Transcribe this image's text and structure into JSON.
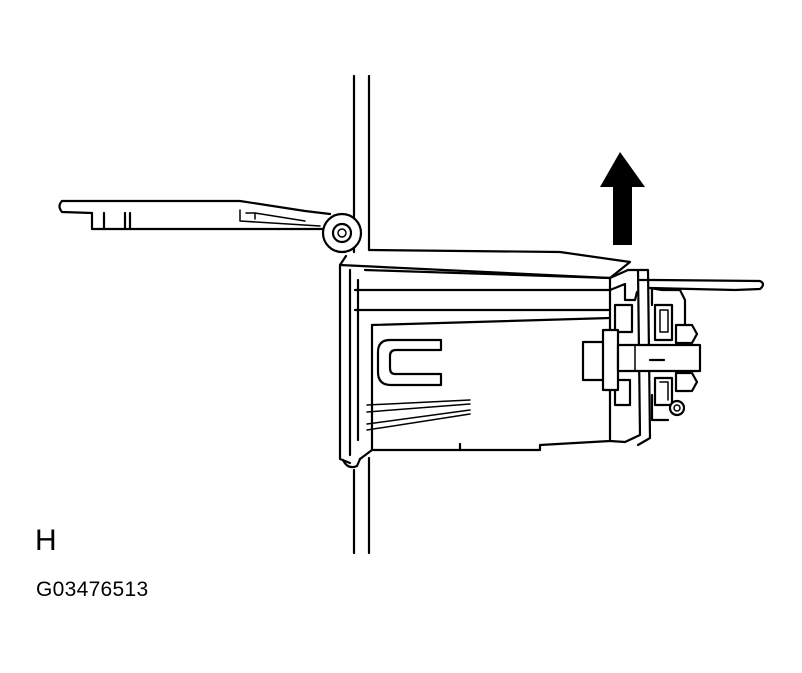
{
  "step_label": "H",
  "figure_id": "G03476513",
  "arrow_direction": "up"
}
